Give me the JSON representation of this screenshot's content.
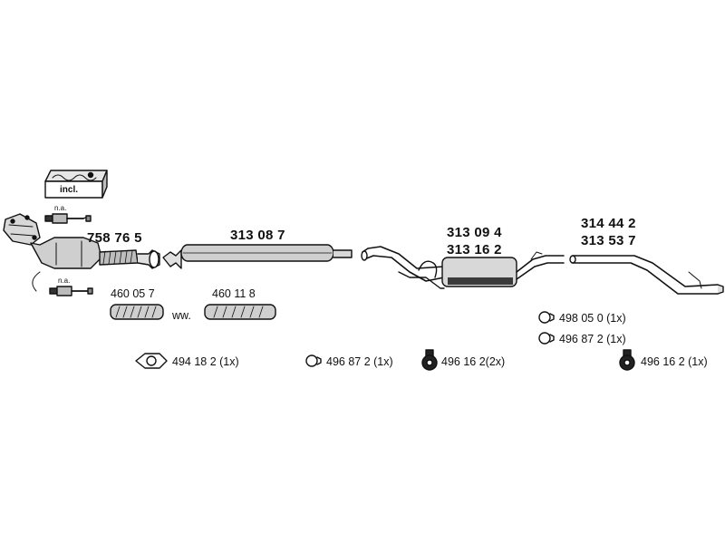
{
  "parts": {
    "catalyst": "758 76 5",
    "middle_silencer": "313 08 7",
    "rear_silencer_a": "313 09 4",
    "rear_silencer_b": "313 16 2",
    "tail_pipe_a": "314 44 2",
    "tail_pipe_b": "313 53 7",
    "flex_pipe_left": "460 05 7",
    "flex_pipe_right": "460 11 8"
  },
  "labels": {
    "incl": "incl.",
    "na_top": "n.a.",
    "na_bottom": "n.a.",
    "alt": "ww."
  },
  "accessories": [
    {
      "icon": "flange-gasket-icon",
      "text": "494 18 2  (1x)"
    },
    {
      "icon": "clamp-icon",
      "text": "496 87 2 (1x)"
    },
    {
      "icon": "rubber-mount-icon",
      "text": "496 16 2(2x)"
    },
    {
      "icon": "rubber-mount-icon",
      "text": "496 16 2  (1x)"
    },
    {
      "icon": "clamp-icon",
      "text": "498 05 0 (1x)"
    },
    {
      "icon": "clamp-icon",
      "text": "496 87 2 (1x)"
    }
  ]
}
